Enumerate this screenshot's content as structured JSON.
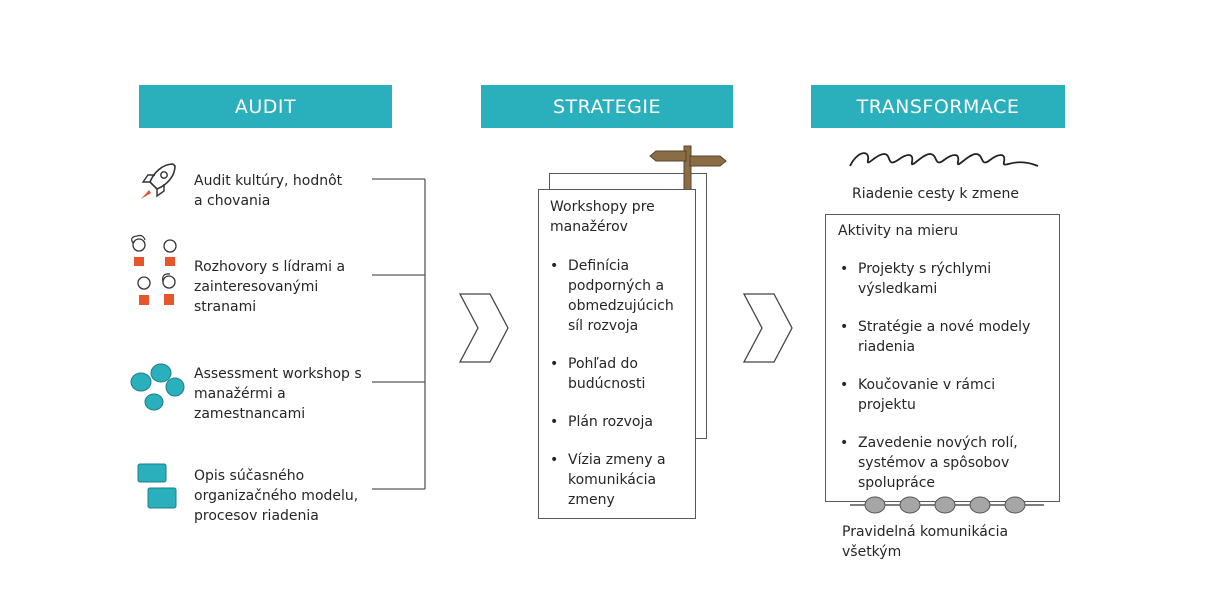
{
  "colors": {
    "header_bg": "#2ab0bc",
    "icon_teal": "#2ab0bc",
    "icon_orange": "#e8552b",
    "signpost_brown": "#8a6d46",
    "gray_bead": "#a6a6a6"
  },
  "audit": {
    "header": "AUDIT",
    "items": [
      {
        "icon": "rocket-icon",
        "text": "Audit kultúry, hodnôt\na chovania"
      },
      {
        "icon": "people-icon",
        "text": "Rozhovory s lídrami a\nzainteresovanými\nstranami"
      },
      {
        "icon": "bubbles-icon",
        "text": "Assessment workshop s\nmanažérmi a\nzamestnancami"
      },
      {
        "icon": "boxes-icon",
        "text": "Opis súčasného\norganizačného modelu,\nprocesov riadenia"
      }
    ]
  },
  "strategie": {
    "header": "STRATEGIE",
    "card_title": "Workshopy pre\nmanažérov",
    "bullets": [
      "Definícia\npodporných a\nobmedzujúcich\nsíl rozvoja",
      "Pohľad do\nbudúcnosti",
      "Plán rozvoja",
      "Vízia zmeny a\nkomunikácia\nzmeny"
    ]
  },
  "transformace": {
    "header": "TRANSFORMACE",
    "spiral_label": "Riadenie cesty k zmene",
    "card_title": "Aktivity na mieru",
    "bullets": [
      "Projekty s rýchlymi\nvýsledkami",
      "Stratégie a nové modely\nriadenia",
      "Koučovanie v rámci\nprojektu",
      "Zavedenie nových rolí,\nsystémov a spôsobov\nspolupráce"
    ],
    "beads_label": "Pravidelná komunikácia\nvšetkým"
  }
}
